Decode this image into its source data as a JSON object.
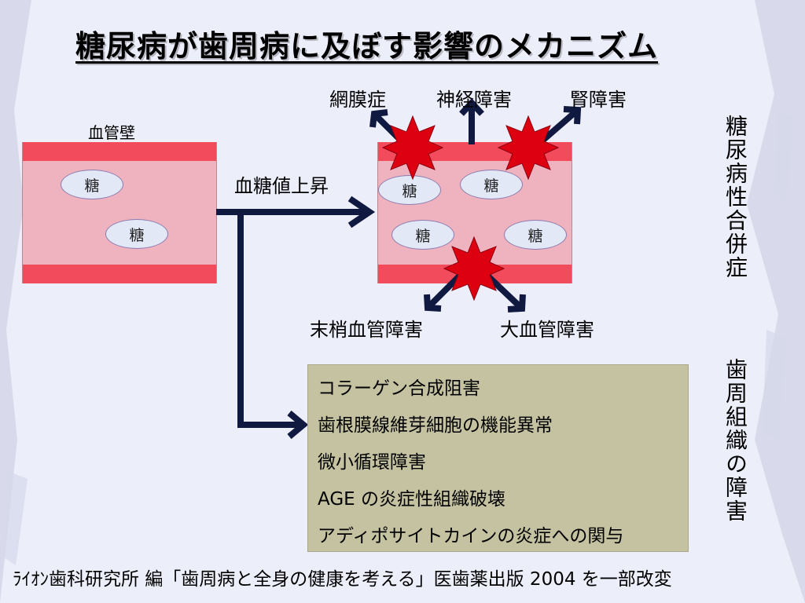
{
  "title": "糖尿病が歯周病に及ぼす影響のメカニズム",
  "vessel_wall_label": "血管壁",
  "sugar_label": "糖",
  "arrow_label": "血糖値上昇",
  "outcomes": {
    "retinopathy": "網膜症",
    "neuropathy": "神経障害",
    "nephropathy": "腎障害",
    "peripheral": "末梢血管障害",
    "macrovascular": "大血管障害"
  },
  "diabetic_complications_label": "糖尿病性合併症",
  "periodontal_label": "歯周組織の障害",
  "periodontal_items": [
    "コラーゲン合成阻害",
    "歯根膜線維芽細胞の機能異常",
    "微小循環障害",
    "AGE の炎症性組織破壊",
    "アディポサイトカインの炎症への関与"
  ],
  "footer": "ﾗｲｵﾝ歯科研究所 編「歯周病と全身の健康を考える」医歯薬出版 2004 を一部改変",
  "colors": {
    "background": "#eceefa",
    "vessel_inner": "#efb2bf",
    "vessel_wall": "#f24b5b",
    "burst": "#dd0010",
    "arrow": "#101a40",
    "box": "#c4c2a0"
  }
}
